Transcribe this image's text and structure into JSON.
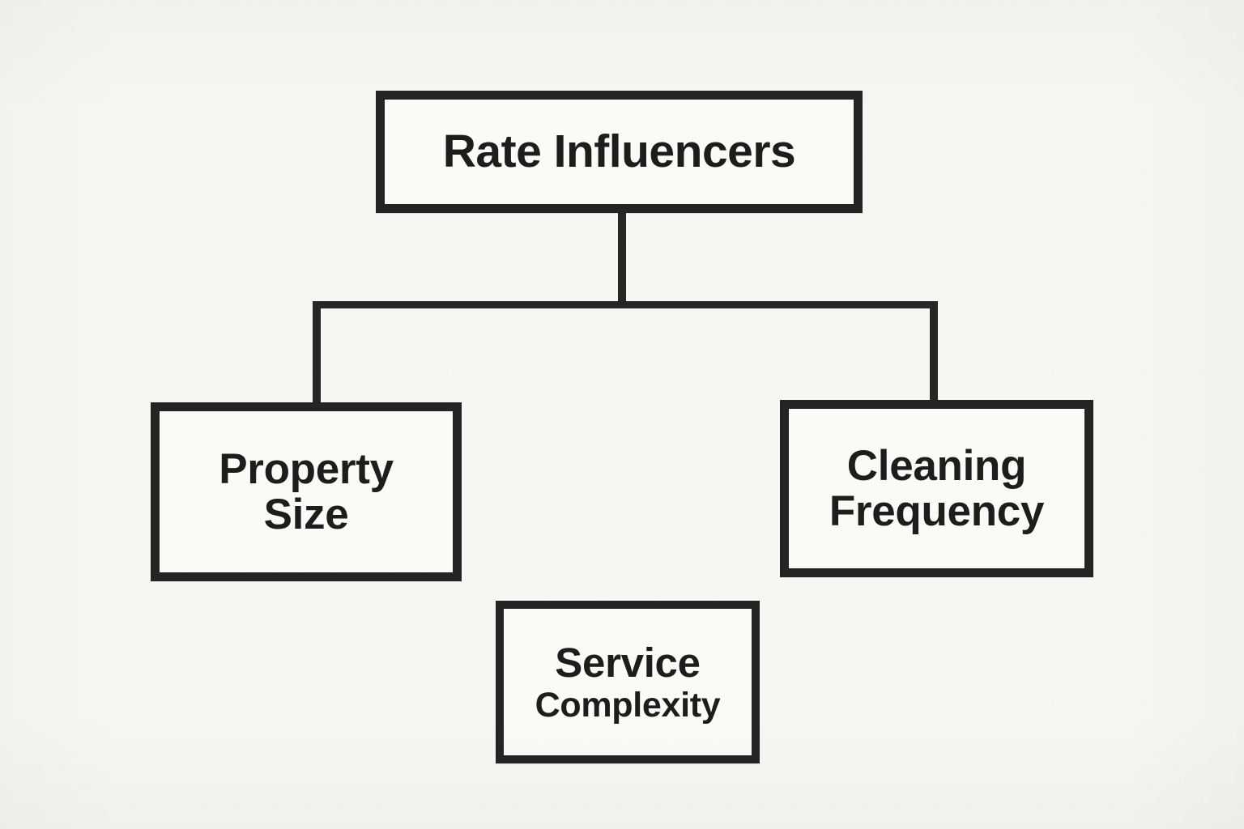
{
  "diagram": {
    "type": "org-chart",
    "title": "Rate Influencers",
    "background_color": "#f7f6f2",
    "line_color": "#242424",
    "node_fill_color": "#fbfaf6",
    "text_color": "#1d1d1d",
    "root": {
      "id": "rate-influencers",
      "label": "Rate Influencers"
    },
    "children": [
      {
        "id": "property-size",
        "line1": "Property",
        "line2": "Size"
      },
      {
        "id": "cleaning-frequency",
        "line1": "Cleaning",
        "line2": "Frequency"
      }
    ],
    "detached": [
      {
        "id": "service-complexity",
        "line1": "Service",
        "line2": "Complexity"
      }
    ]
  }
}
